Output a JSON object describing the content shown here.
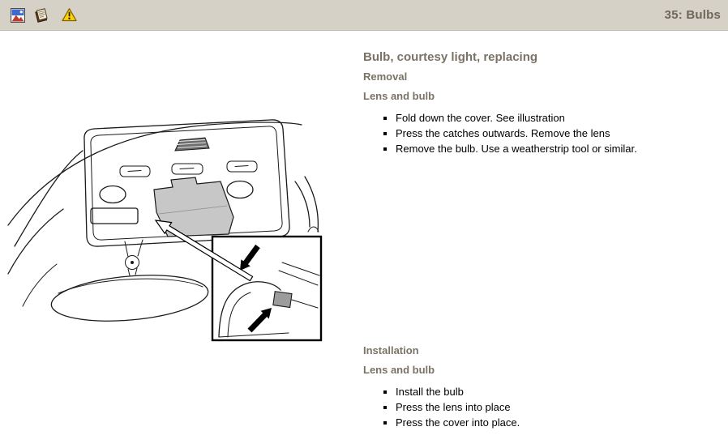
{
  "toolbar": {
    "title": "35: Bulbs",
    "icons": [
      "image-icon",
      "book-icon",
      "warning-icon"
    ]
  },
  "content": {
    "heading": "Bulb, courtesy light, replacing",
    "sections": [
      {
        "title": "Removal",
        "subtitle": "Lens and bulb",
        "items": [
          "Fold down the cover. See illustration",
          "Press the catches outwards. Remove the lens",
          "Remove the bulb. Use a weatherstrip tool or similar."
        ]
      },
      {
        "title": "Installation",
        "subtitle": "Lens and bulb",
        "items": [
          "Install the bulb",
          "Press the lens into place",
          "Press the cover into place."
        ]
      }
    ]
  },
  "illustration": {
    "name": "roof-console-courtesy-light-diagram"
  },
  "colors": {
    "toolbar_bg": "#d5d1c6",
    "heading_text": "#7a7365",
    "title_text": "#6e6759",
    "body_text": "#000000",
    "cover_fill": "#c7c7c7",
    "warning_yellow": "#ffd200"
  }
}
